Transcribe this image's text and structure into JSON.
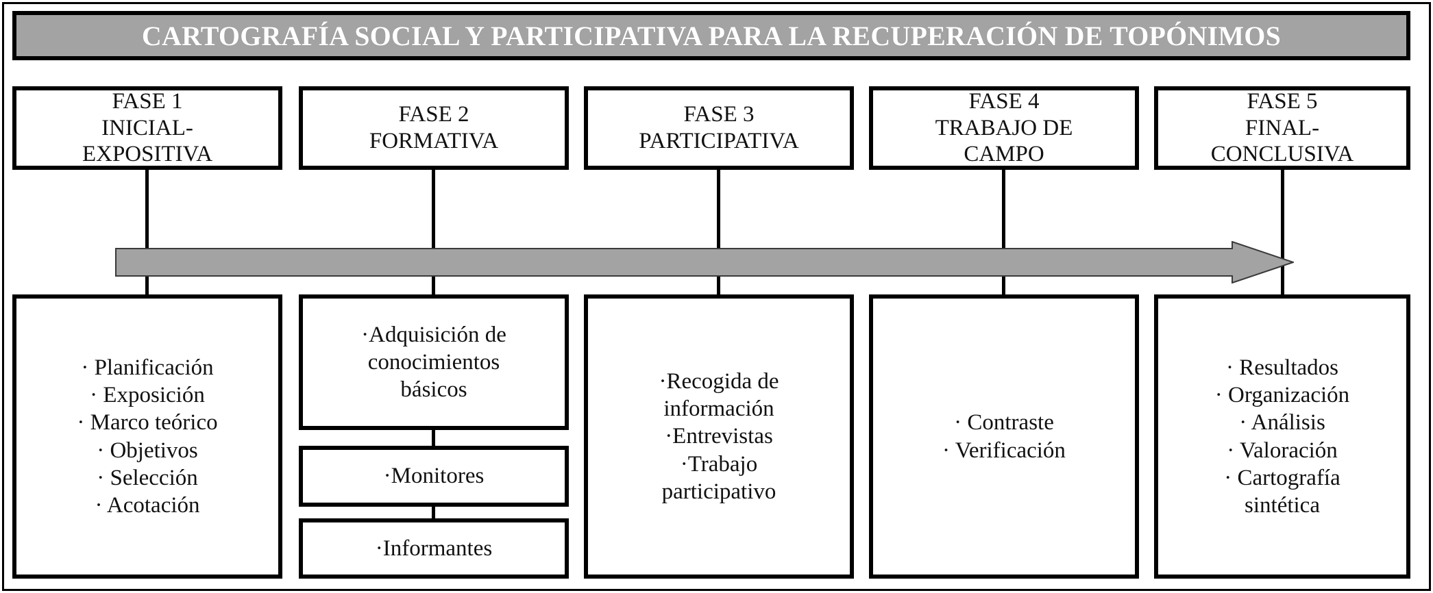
{
  "title": {
    "text": "CARTOGRAFÍA SOCIAL Y PARTICIPATIVA PARA LA RECUPERACIÓN DE TOPÓNIMOS",
    "background_color": "#a3a3a3",
    "text_color": "#ffffff"
  },
  "arrow": {
    "name": "process-flow-arrow",
    "direction": "right",
    "fill_color": "#a3a3a3",
    "stroke_color": "#3a3a3a"
  },
  "phases": [
    {
      "id": "fase-1",
      "heading_lines": [
        "FASE 1",
        "INICIAL-",
        "EXPOSITIVA"
      ],
      "boxes": [
        {
          "id": "fase-1-detalle",
          "lines": [
            "· Planificación",
            "· Exposición",
            "· Marco teórico",
            "· Objetivos",
            "· Selección",
            "· Acotación"
          ]
        }
      ]
    },
    {
      "id": "fase-2",
      "heading_lines": [
        "FASE 2",
        "FORMATIVA"
      ],
      "boxes": [
        {
          "id": "fase-2-detalle-1",
          "lines": [
            "·Adquisición de",
            "conocimientos",
            "básicos"
          ]
        },
        {
          "id": "fase-2-detalle-2",
          "lines": [
            "·Monitores"
          ]
        },
        {
          "id": "fase-2-detalle-3",
          "lines": [
            "·Informantes"
          ]
        }
      ]
    },
    {
      "id": "fase-3",
      "heading_lines": [
        "FASE 3",
        "PARTICIPATIVA"
      ],
      "boxes": [
        {
          "id": "fase-3-detalle",
          "lines": [
            "·Recogida de",
            "información",
            "·Entrevistas",
            "·Trabajo",
            "participativo"
          ]
        }
      ]
    },
    {
      "id": "fase-4",
      "heading_lines": [
        "FASE 4",
        "TRABAJO DE",
        "CAMPO"
      ],
      "boxes": [
        {
          "id": "fase-4-detalle",
          "lines": [
            "· Contraste",
            "· Verificación"
          ]
        }
      ]
    },
    {
      "id": "fase-5",
      "heading_lines": [
        "FASE 5",
        "FINAL-",
        "CONCLUSIVA"
      ],
      "boxes": [
        {
          "id": "fase-5-detalle",
          "lines": [
            "· Resultados",
            "· Organización",
            "· Análisis",
            "· Valoración",
            "· Cartografía",
            "sintética"
          ]
        }
      ]
    }
  ]
}
